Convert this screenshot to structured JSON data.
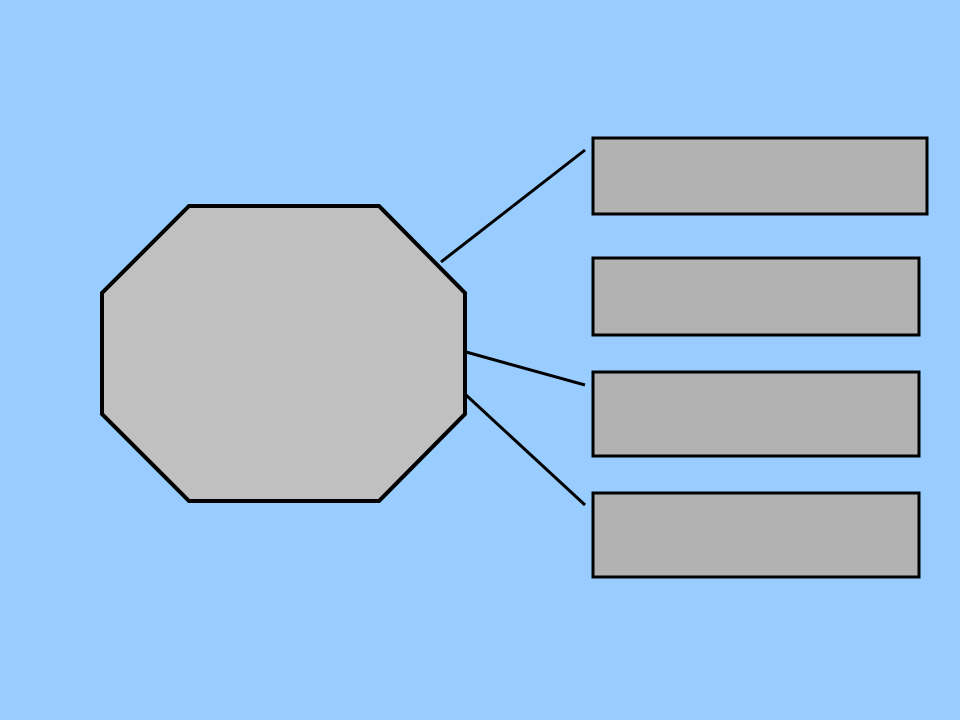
{
  "colors": {
    "background": "#99CCFF",
    "octagon_fill": "#C0C0C0",
    "box_fill": "#B2B2B2",
    "stroke": "#000000"
  },
  "diagram": {
    "central_shape": {
      "shape": "octagon",
      "label": ""
    },
    "boxes": [
      {
        "label": ""
      },
      {
        "label": ""
      },
      {
        "label": ""
      },
      {
        "label": ""
      }
    ],
    "connectors": [
      {
        "to_box": 1
      },
      {
        "to_box": 3
      },
      {
        "to_box": 4
      }
    ]
  }
}
